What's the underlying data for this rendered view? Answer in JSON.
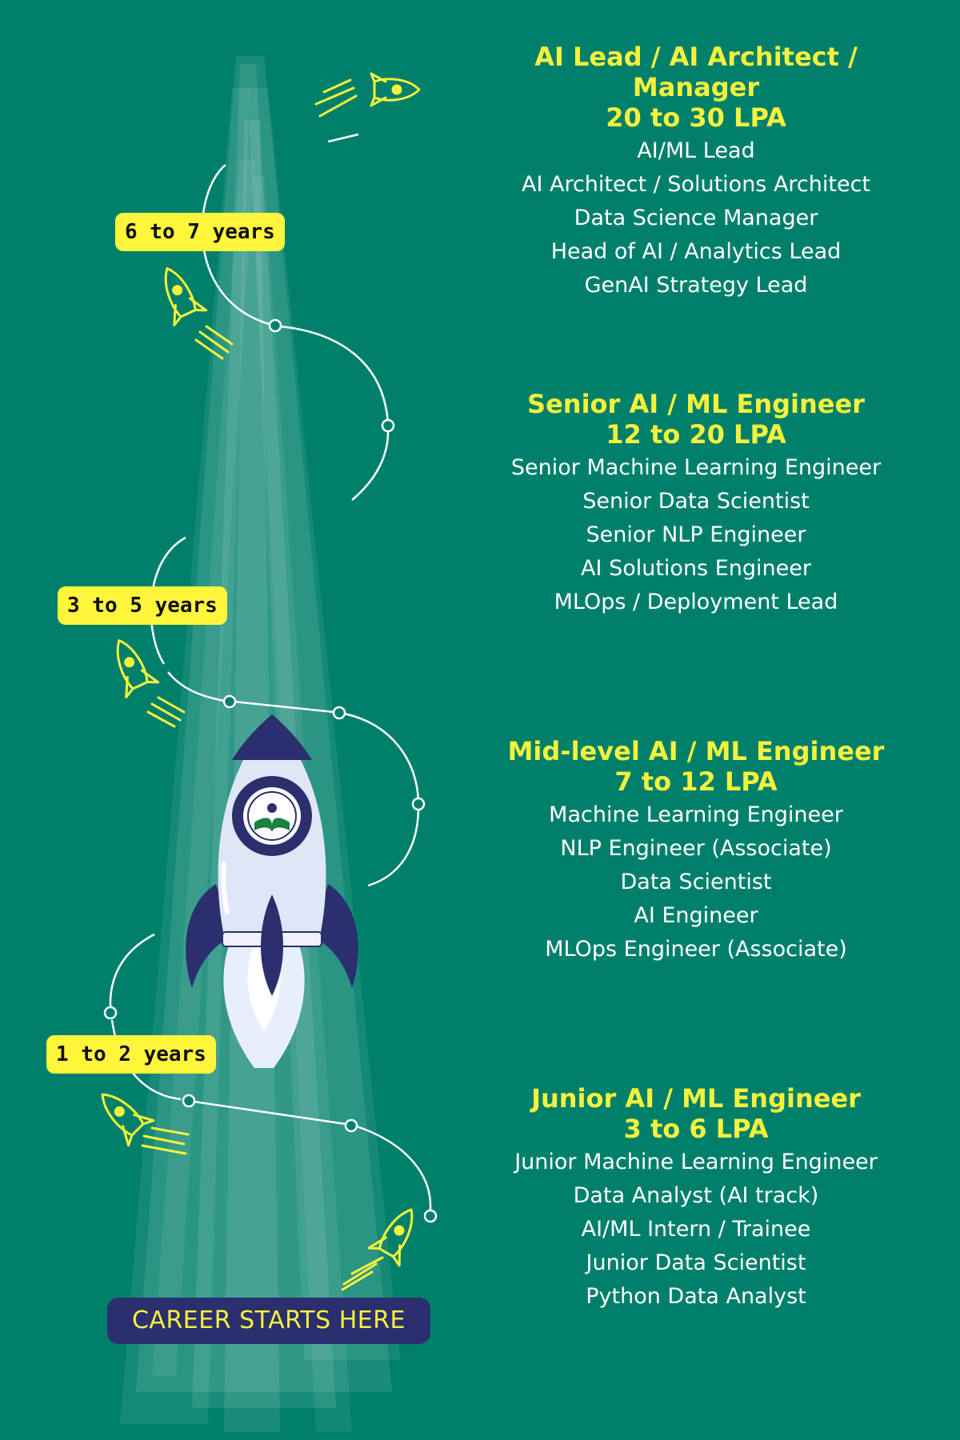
{
  "levels": [
    {
      "title": "AI Lead / AI Architect / Manager",
      "salary": "20 to 30 LPA",
      "roles": [
        "AI/ML Lead",
        "AI Architect / Solutions Architect",
        "Data Science Manager",
        "Head of AI / Analytics Lead",
        "GenAI Strategy Lead"
      ]
    },
    {
      "title": "Senior AI / ML Engineer",
      "salary": "12 to 20 LPA",
      "roles": [
        "Senior Machine Learning Engineer",
        "Senior Data Scientist",
        "Senior NLP Engineer",
        "AI Solutions Engineer",
        "MLOps / Deployment Lead"
      ]
    },
    {
      "title": "Mid-level AI / ML Engineer",
      "salary": "7 to 12 LPA",
      "roles": [
        "Machine Learning Engineer",
        "NLP Engineer (Associate)",
        "Data Scientist",
        "AI Engineer",
        "MLOps Engineer (Associate)"
      ]
    },
    {
      "title": "Junior AI / ML Engineer",
      "salary": "3 to 6 LPA",
      "roles": [
        "Junior Machine Learning Engineer",
        "Data Analyst (AI track)",
        "AI/ML Intern / Trainee",
        "Junior Data Scientist",
        "Python Data Analyst"
      ]
    }
  ],
  "experience_badges": [
    "6 to 7 years",
    "3 to 5 years",
    "1 to 2 years"
  ],
  "start_label": "CAREER STARTS HERE",
  "colors": {
    "background": "#00806b",
    "accent_yellow": "#f4f23c",
    "badge_yellow": "#fff53b",
    "rocket_body": "#dfe6f7",
    "rocket_dark": "#2b2f6e",
    "text_white": "#ffffff"
  },
  "icons": [
    "rocket-icon",
    "small-rocket-icon",
    "path-node-icon"
  ]
}
